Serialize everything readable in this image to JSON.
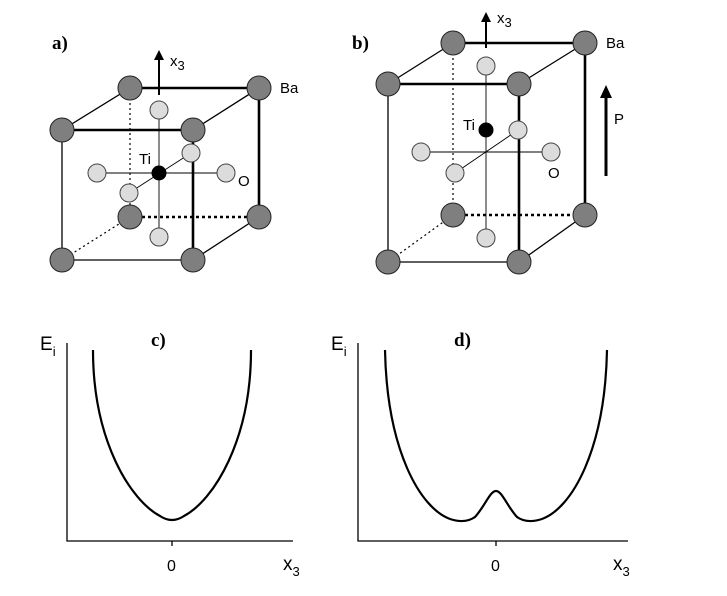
{
  "panels": {
    "a": {
      "label": "a)",
      "axis_label": "x",
      "axis_sub": "3",
      "ba_label": "Ba",
      "ti_label": "Ti",
      "o_label": "O"
    },
    "b": {
      "label": "b)",
      "axis_label": "x",
      "axis_sub": "3",
      "ba_label": "Ba",
      "ti_label": "Ti",
      "o_label": "O",
      "polarization_label": "P"
    },
    "c": {
      "label": "c)",
      "y_label": "E",
      "y_sub": "i",
      "x_label": "x",
      "x_sub": "3",
      "x_tick": "0",
      "curve": "single-well"
    },
    "d": {
      "label": "d)",
      "y_label": "E",
      "y_sub": "i",
      "x_label": "x",
      "x_sub": "3",
      "x_tick": "0",
      "curve": "double-well"
    }
  },
  "colors": {
    "ba_atom": "#7f7f7f",
    "o_atom": "#dcdcdc",
    "ti_atom": "#000000",
    "lines": "#000000"
  }
}
